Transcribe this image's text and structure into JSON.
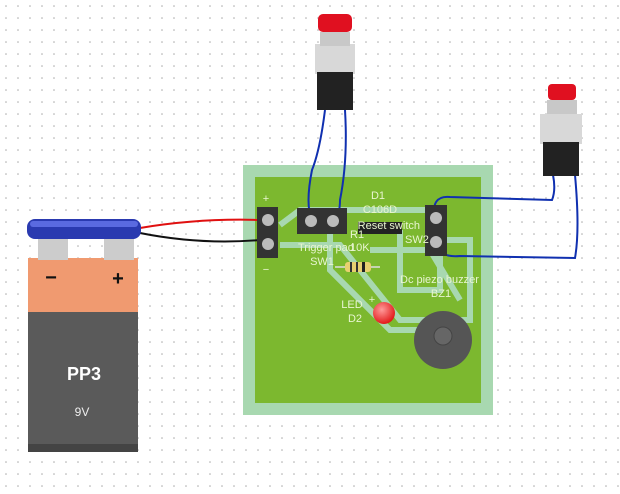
{
  "battery": {
    "name": "PP3",
    "voltage": "9V",
    "minus": "−",
    "plus": "+"
  },
  "board": {
    "power_plus": "+",
    "power_minus": "−",
    "d1_ref": "D1",
    "d1_part": "C106D",
    "r1_ref": "R1",
    "r1_value": "10K",
    "sw1_label": "Trigger pad",
    "sw1_ref": "SW1",
    "sw2_label": "Reset switch",
    "sw2_ref": "SW2",
    "bz_label": "Dc piezo buzzer",
    "bz_ref": "BZ1",
    "led_label": "LED",
    "led_ref": "D2",
    "led_plus": "+"
  },
  "colors": {
    "board": "#7cb82f",
    "board_edge": "#a8d8b0",
    "trace": "#a8d8b0",
    "wire_red": "#e01010",
    "wire_black": "#111111",
    "wire_blue": "#1030b0",
    "button_red": "#e01020",
    "led": "#ff3030"
  }
}
